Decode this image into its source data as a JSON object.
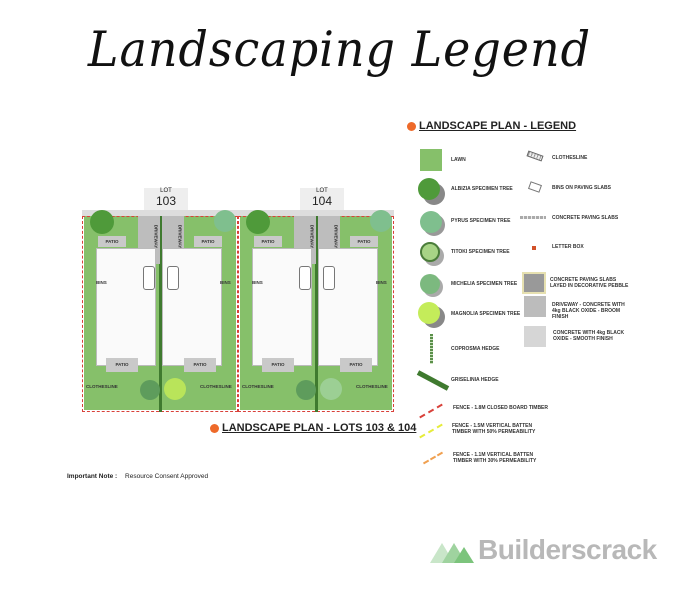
{
  "title": "Landscaping Legend",
  "legend": {
    "heading": "LANDSCAPE PLAN - LEGEND",
    "left": [
      {
        "icon": "lawn-swatch",
        "label": "LAWN"
      },
      {
        "icon": "albizia-tree",
        "label": "ALBIZIA SPECIMEN TREE"
      },
      {
        "icon": "pyrus-tree",
        "label": "PYRUS SPECIMEN TREE"
      },
      {
        "icon": "titoki-tree",
        "label": "TITOKI SPECIMEN TREE"
      },
      {
        "icon": "michelia-tree",
        "label": "MICHELIA SPECIMEN TREE"
      },
      {
        "icon": "magnolia-tree",
        "label": "MAGNOLIA SPECIMEN TREE"
      },
      {
        "icon": "coprosma-hedge",
        "label": "COPROSMA HEDGE"
      },
      {
        "icon": "griselinia-hedge",
        "label": "GRISELINIA HEDGE"
      },
      {
        "icon": "fence-red",
        "label": "FENCE - 1.8M CLOSED BOARD TIMBER"
      },
      {
        "icon": "fence-yellow",
        "label": "FENCE - 1.5M VERTICAL BATTEN TIMBER WITH 50% PERMEABILITY"
      },
      {
        "icon": "fence-orange",
        "label": "FENCE - 1.1M VERTICAL BATTEN TIMBER WITH 30% PERMEABILITY"
      }
    ],
    "right": [
      {
        "icon": "clothesline",
        "label": "CLOTHESLINE"
      },
      {
        "icon": "bins",
        "label": "BINS ON PAVING SLABS"
      },
      {
        "icon": "paving-slabs",
        "label": "CONCRETE PAVING SLABS"
      },
      {
        "icon": "letter-box",
        "label": "LETTER BOX"
      },
      {
        "icon": "decorative-pebble",
        "label": "CONCRETE PAVING SLABS LAYED IN DECORATIVE PEBBLE"
      },
      {
        "icon": "driveway-concrete",
        "label": "DRIVEWAY - CONCRETE WITH 4kg BLACK OXIDE - BROOM FINISH"
      },
      {
        "icon": "smooth-concrete",
        "label": "CONCRETE WITH 4kg BLACK OXIDE - SMOOTH FINISH"
      }
    ]
  },
  "plan": {
    "heading": "LANDSCAPE PLAN - LOTS 103 & 104",
    "lots": [
      {
        "lot_label": "LOT",
        "lot_number": "103"
      },
      {
        "lot_label": "LOT",
        "lot_number": "104"
      }
    ],
    "labels": {
      "patio": "PATIO",
      "driveway": "DRIVEWAY",
      "bins": "BINS",
      "clothesline": "CLOTHESLINE"
    }
  },
  "note": {
    "label": "Important Note :",
    "text": "Resource Consent Approved"
  },
  "brand": "Builderscrack",
  "colors": {
    "accent": "#ee6a2a",
    "lawn": "#86c06a",
    "hedge": "#3f7a2f"
  }
}
